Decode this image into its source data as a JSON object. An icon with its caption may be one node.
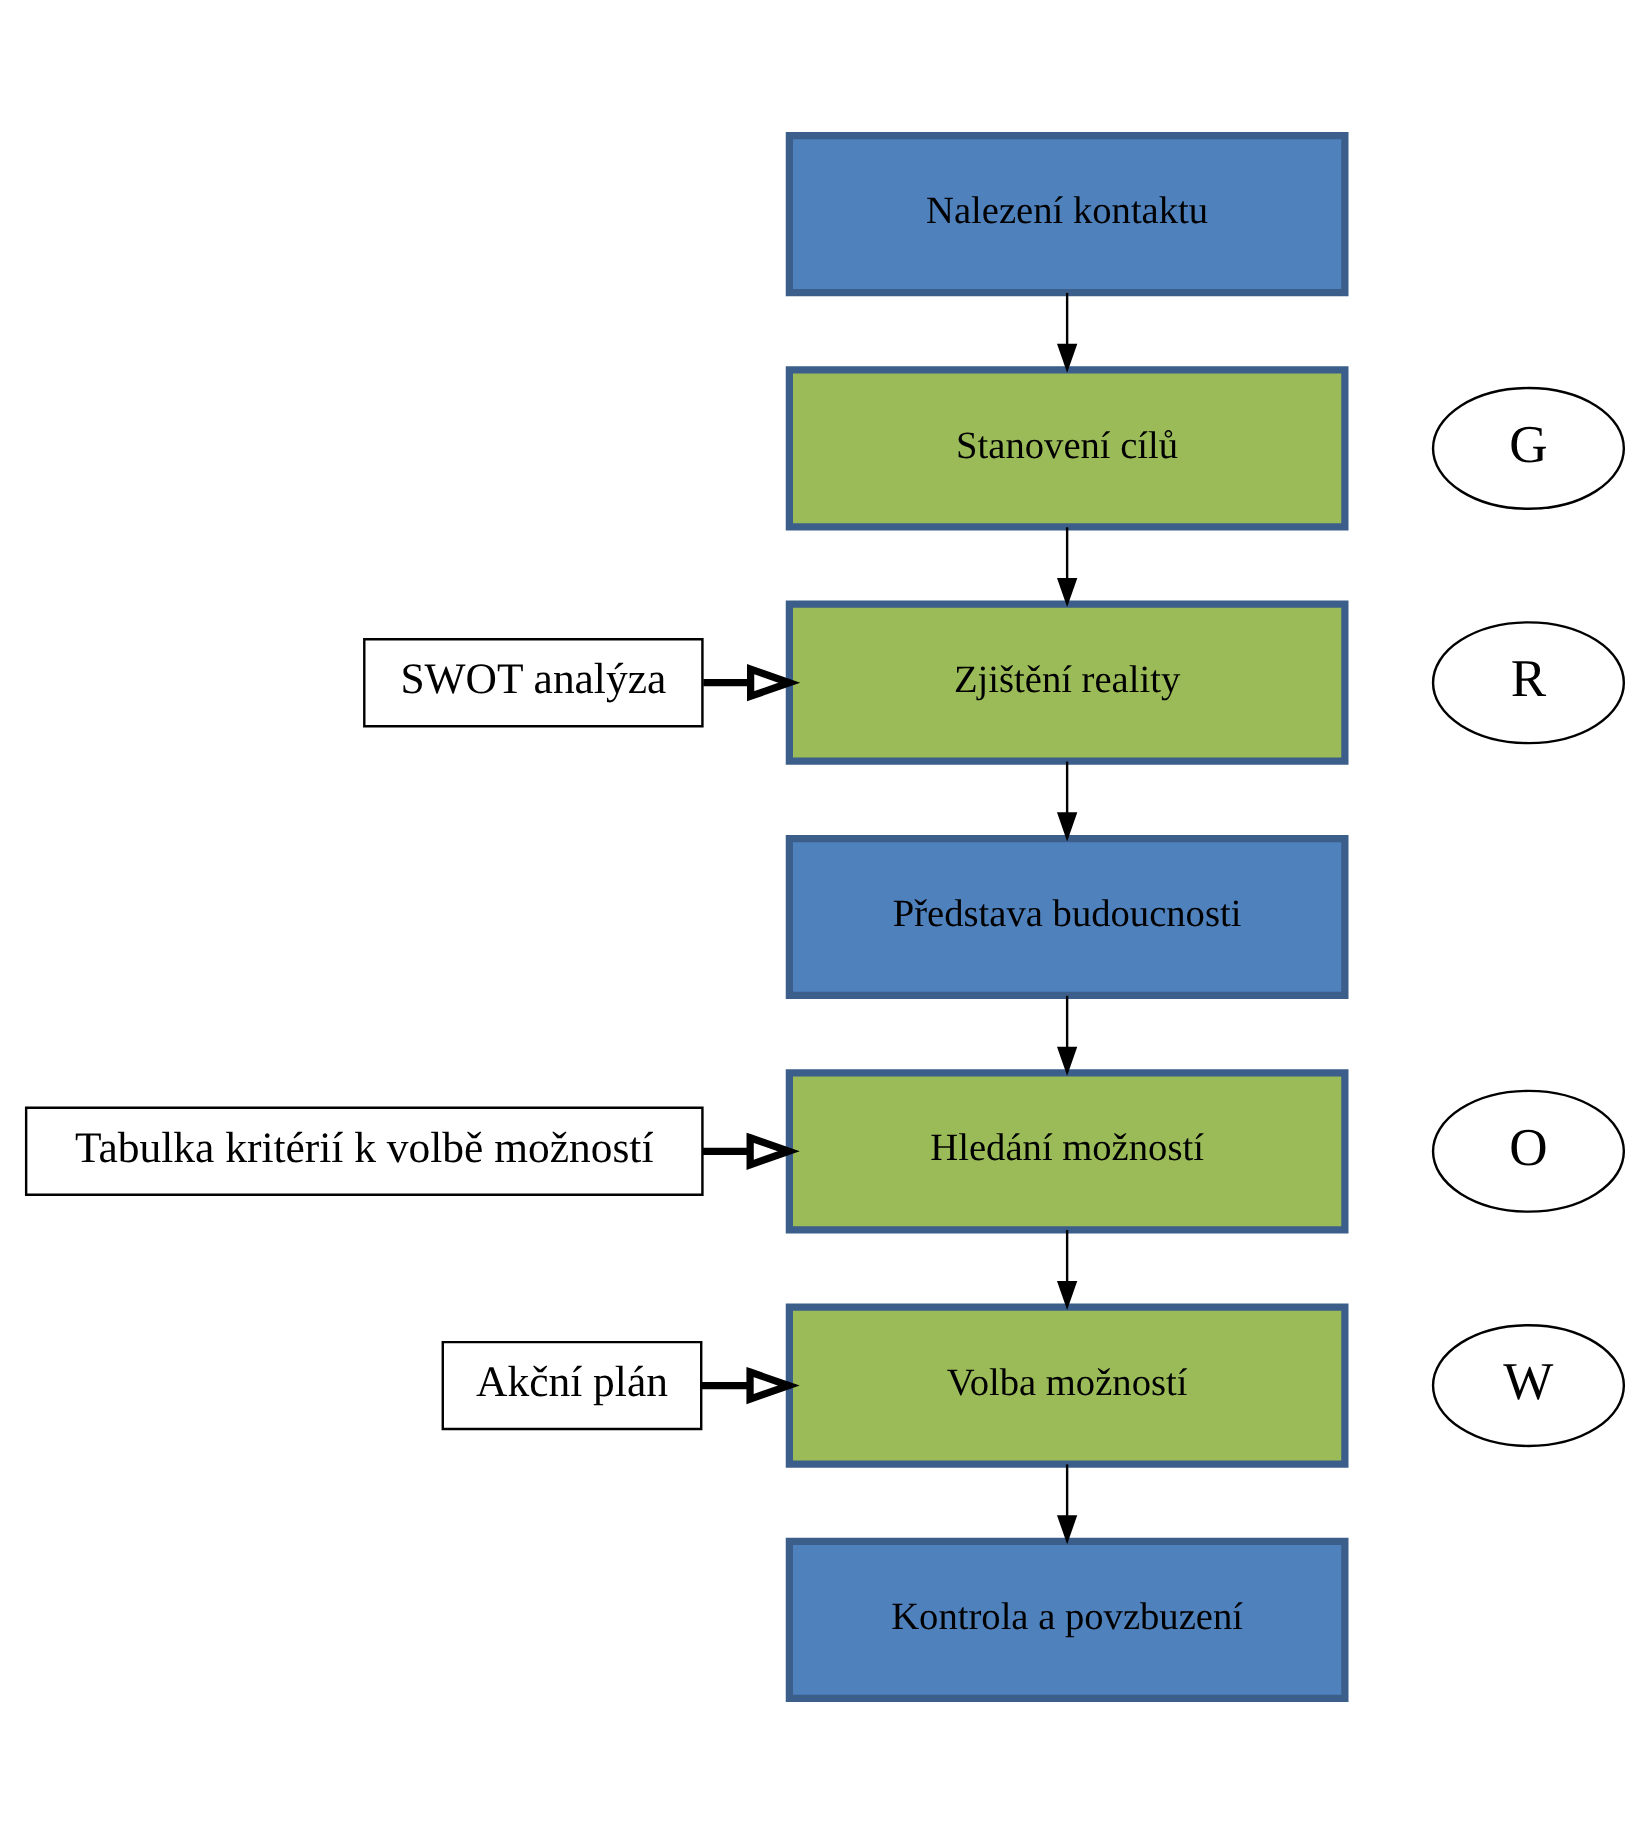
{
  "diagram": {
    "nodes": [
      {
        "text": [
          "Nalezení kontaktu"
        ]
      },
      {
        "text": [
          "G"
        ]
      },
      {
        "text": [
          "Stanovení cílů"
        ]
      },
      {
        "text": [
          "R"
        ]
      },
      {
        "text": [
          "Zjištění reality"
        ]
      },
      {
        "text": [
          "SWOT analýza"
        ]
      },
      {
        "text": [
          "Představa budoucnosti"
        ]
      },
      {
        "text": [
          "O"
        ]
      },
      {
        "text": [
          "Hledání možností"
        ]
      },
      {
        "text": [
          "Tabulka kritérií k volbě možností"
        ]
      },
      {
        "text": [
          "W"
        ]
      },
      {
        "text": [
          "Volba možností"
        ]
      },
      {
        "text": [
          "Akční plán"
        ]
      },
      {
        "text": [
          "Kontrola a povzbuzení"
        ]
      }
    ],
    "edges": [
      {
        "from": 0,
        "to": 2,
        "arrow": "to"
      },
      {
        "from": 2,
        "to": 4,
        "arrow": "to"
      },
      {
        "from": 4,
        "to": 6,
        "arrow": "to"
      },
      {
        "from": 6,
        "to": 8,
        "arrow": "to"
      },
      {
        "from": 8,
        "to": 11,
        "arrow": "to"
      },
      {
        "from": 11,
        "to": 13,
        "arrow": "to"
      },
      {
        "from": 5,
        "to": 4,
        "arrow": "to",
        "style": "thick"
      },
      {
        "from": 9,
        "to": 8,
        "arrow": "to",
        "style": "thick"
      },
      {
        "from": 12,
        "to": 11,
        "arrow": "to",
        "style": "thick"
      }
    ]
  }
}
